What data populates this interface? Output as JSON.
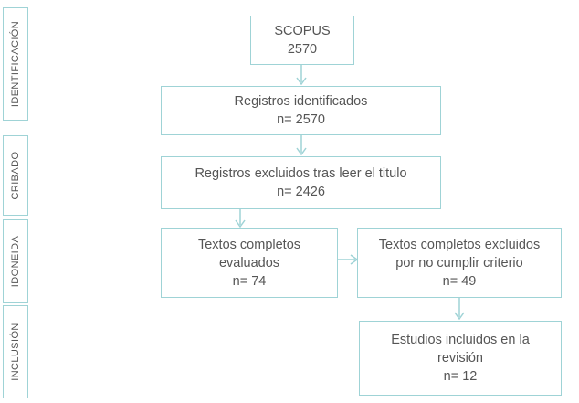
{
  "stages": {
    "identificacion": "IDENTIFICACIÓN",
    "cribado": "CRIBADO",
    "idoneidad": "IDONEIDA",
    "inclusion": "INCLUSIÓN"
  },
  "boxes": {
    "scopus": {
      "line1": "SCOPUS",
      "line2": "2570"
    },
    "identificados": {
      "line1": "Registros identificados",
      "line2": "n= 2570"
    },
    "excluidos_titulo": {
      "line1": "Registros excluidos tras leer el titulo",
      "line2": "n= 2426"
    },
    "textos_evaluados": {
      "line1": "Textos completos",
      "line2": "evaluados",
      "line3": "n= 74"
    },
    "textos_excluidos": {
      "line1": "Textos completos excluidos",
      "line2": "por no cumplir criterio",
      "line3": "n= 49"
    },
    "estudios_incluidos": {
      "line1": "Estudios incluidos en la",
      "line2": "revisión",
      "line3": "n= 12"
    }
  },
  "colors": {
    "border": "#9fd3d6",
    "text": "#555555",
    "arrow": "#9fd3d6"
  }
}
